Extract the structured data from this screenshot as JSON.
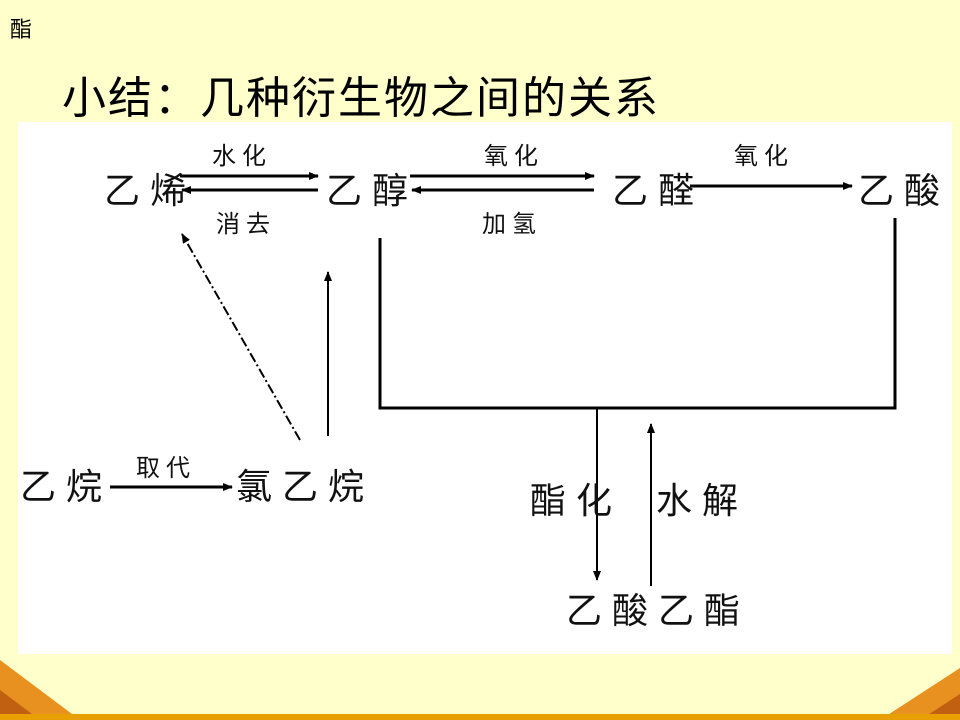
{
  "corner_label": "酯",
  "title": "小结：几种衍生物之间的关系",
  "nodes": {
    "ethylene": "乙烯",
    "ethanol": "乙醇",
    "acetaldehyde": "乙醛",
    "acetic_acid": "乙酸",
    "ethane": "乙烷",
    "chloroethane": "氯乙烷",
    "ethyl_acetate": "乙酸乙酯"
  },
  "edges": {
    "hydration": "水化",
    "elimination": "消去",
    "oxidation_1": "氧化",
    "hydrogenation": "加氢",
    "oxidation_2": "氧化",
    "substitution": "取代",
    "esterification": "酯化",
    "hydrolysis": "水解"
  },
  "colors": {
    "background": "#ffffcc",
    "panel": "#ffffff",
    "line": "#000000",
    "corner_triangles": "#e89020"
  }
}
